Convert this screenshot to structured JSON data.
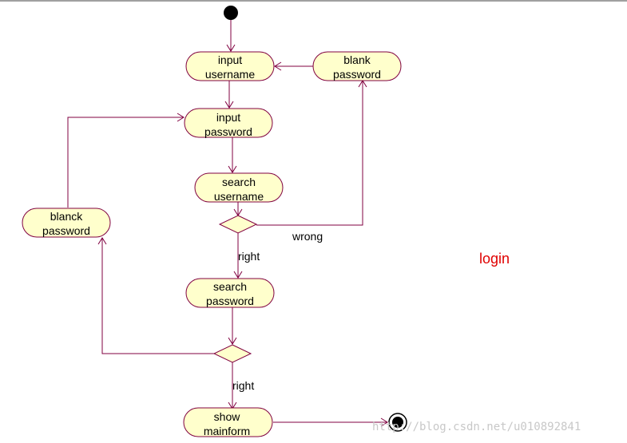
{
  "diagram": {
    "title": "login",
    "nodes": {
      "input_username": [
        "input",
        "username"
      ],
      "blank_password": [
        "blank",
        "password"
      ],
      "input_password": [
        "input",
        "password"
      ],
      "search_username": [
        "search",
        "username"
      ],
      "blanck_password": [
        "blanck",
        "password"
      ],
      "search_password": [
        "search",
        "password"
      ],
      "show_mainform": [
        "show",
        "mainform"
      ]
    },
    "edge_labels": {
      "wrong": "wrong",
      "right_1": "right",
      "right_2": "right"
    }
  },
  "watermark": "http://blog.csdn.net/u010892841",
  "colors": {
    "node_fill": "#ffffcc",
    "stroke": "#800040",
    "title": "#e00000"
  }
}
